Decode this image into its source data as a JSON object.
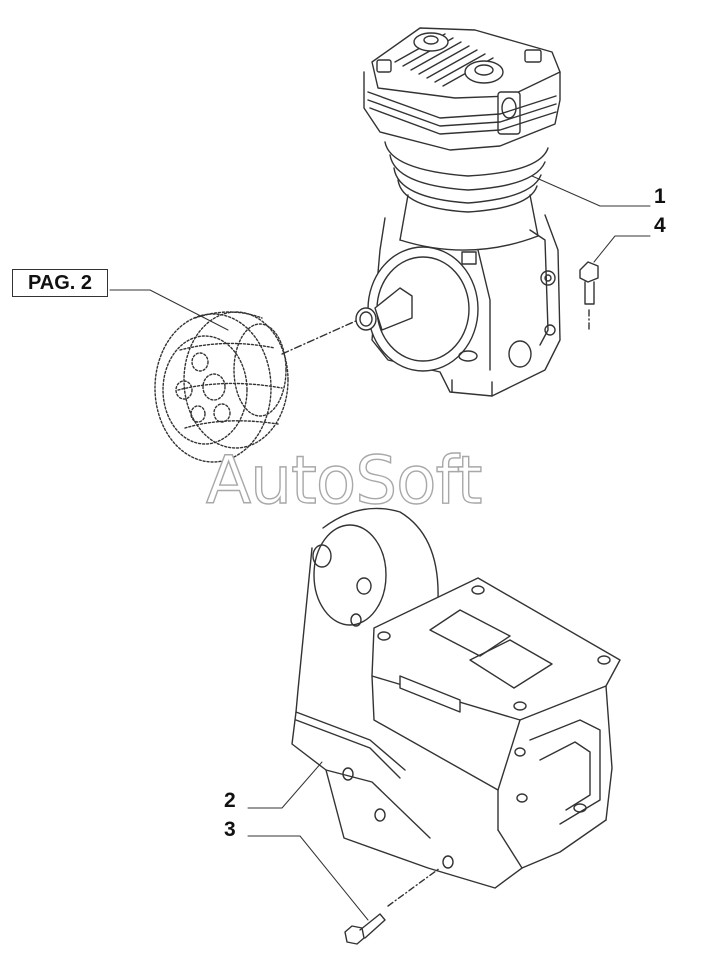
{
  "reference_box": {
    "label": "PAG. 2"
  },
  "watermark": {
    "text": "AutoSoft"
  },
  "callouts": [
    {
      "id": "1",
      "label": "1"
    },
    {
      "id": "4",
      "label": "4"
    },
    {
      "id": "2",
      "label": "2"
    },
    {
      "id": "3",
      "label": "3"
    }
  ],
  "colors": {
    "line": "#333333",
    "watermark_outline": "#a8a8a8",
    "background": "#ffffff"
  }
}
